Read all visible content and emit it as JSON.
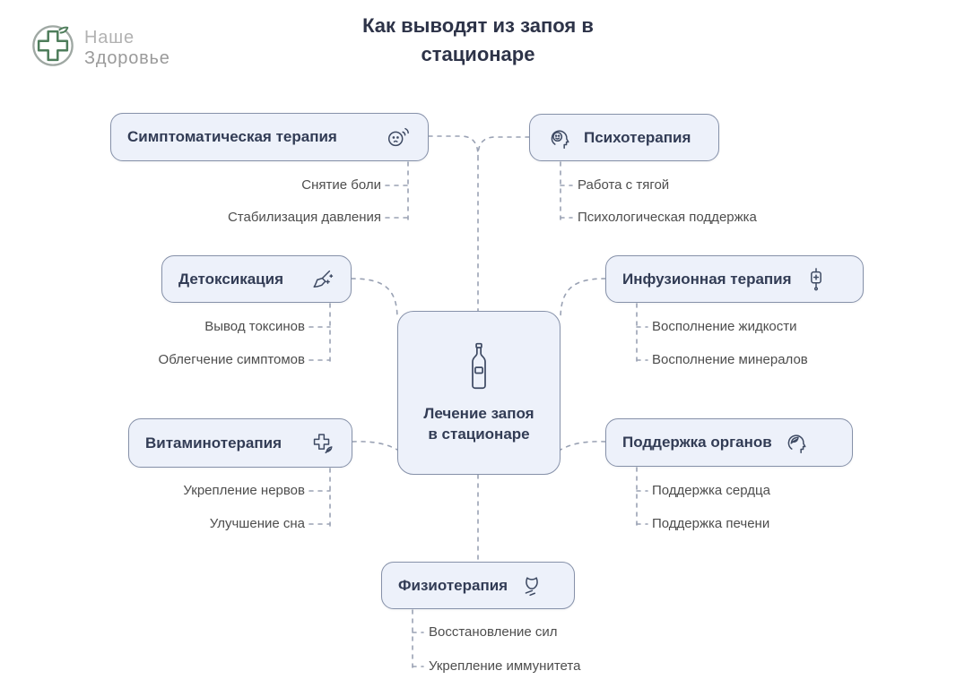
{
  "colors": {
    "node_fill": "#edf1fa",
    "node_border": "#8691a9",
    "node_text": "#323c55",
    "sub_text": "#4d4d4d",
    "dashed_line": "#9aa2b4",
    "title_text": "#2d3348",
    "logo_green": "#4e7d5b",
    "logo_gray": "#9a9a9a"
  },
  "logo": {
    "line1": "Наше",
    "line2": "Здоровье"
  },
  "title": "Как выводят из запоя в стационаре",
  "center": {
    "label": "Лечение запоя в стационаре",
    "icon": "bottle-icon"
  },
  "branches": [
    {
      "label": "Симптоматическая терапия",
      "icon": "headache-icon",
      "items": [
        "Снятие боли",
        "Стабилизация давления"
      ]
    },
    {
      "label": "Психотерапия",
      "icon": "mind-smile-icon",
      "items": [
        "Работа с тягой",
        "Психологическая поддержка"
      ]
    },
    {
      "label": "Детоксикация",
      "icon": "broom-icon",
      "items": [
        "Вывод токсинов",
        "Облегчение симптомов"
      ]
    },
    {
      "label": "Инфузионная терапия",
      "icon": "iv-bag-icon",
      "items": [
        "Восполнение жидкости",
        "Восполнение минералов"
      ]
    },
    {
      "label": "Витаминотерапия",
      "icon": "cross-leaf-icon",
      "items": [
        "Укрепление нервов",
        "Улучшение сна"
      ]
    },
    {
      "label": "Поддержка органов",
      "icon": "head-leaf-icon",
      "items": [
        "Поддержка сердца",
        "Поддержка печени"
      ]
    },
    {
      "label": "Физиотерапия",
      "icon": "physiotherapy-icon",
      "items": [
        "Восстановление сил",
        "Укрепление иммунитета"
      ]
    }
  ]
}
